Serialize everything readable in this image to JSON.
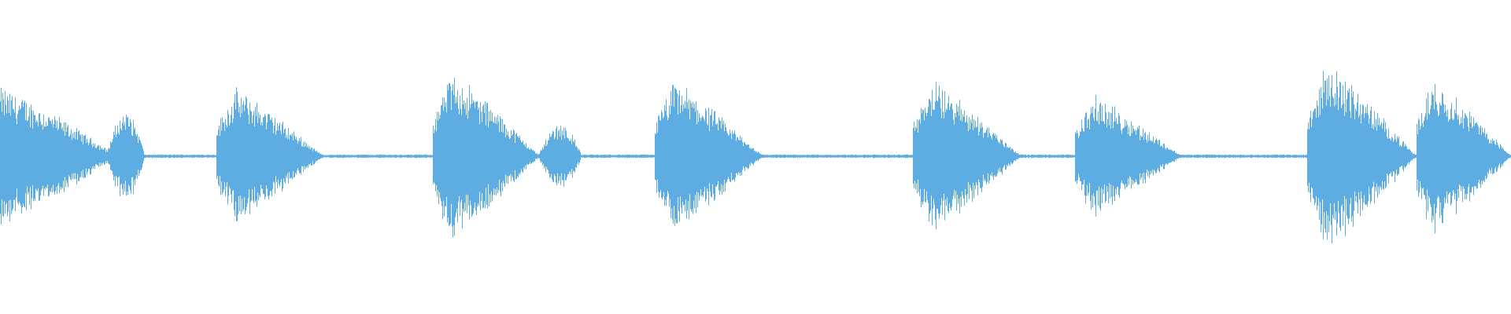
{
  "waveform": {
    "color": "#5DADE2",
    "background": "#FFFFFF",
    "segments": [
      {
        "start": 0.0,
        "end": 0.071,
        "amplitude": 0.46,
        "shape": "decay"
      },
      {
        "start": 0.071,
        "end": 0.095,
        "amplitude": 0.3,
        "shape": "bump"
      },
      {
        "start": 0.143,
        "end": 0.214,
        "amplitude": 0.45,
        "shape": "swell-decay"
      },
      {
        "start": 0.286,
        "end": 0.357,
        "amplitude": 0.56,
        "shape": "swell-decay"
      },
      {
        "start": 0.357,
        "end": 0.384,
        "amplitude": 0.22,
        "shape": "bump"
      },
      {
        "start": 0.433,
        "end": 0.505,
        "amplitude": 0.5,
        "shape": "swell-decay"
      },
      {
        "start": 0.604,
        "end": 0.676,
        "amplitude": 0.5,
        "shape": "swell-decay"
      },
      {
        "start": 0.711,
        "end": 0.782,
        "amplitude": 0.4,
        "shape": "swell-decay"
      },
      {
        "start": 0.865,
        "end": 0.937,
        "amplitude": 0.62,
        "shape": "swell-decay"
      },
      {
        "start": 0.937,
        "end": 1.0,
        "amplitude": 0.52,
        "shape": "swell-decay"
      }
    ]
  }
}
